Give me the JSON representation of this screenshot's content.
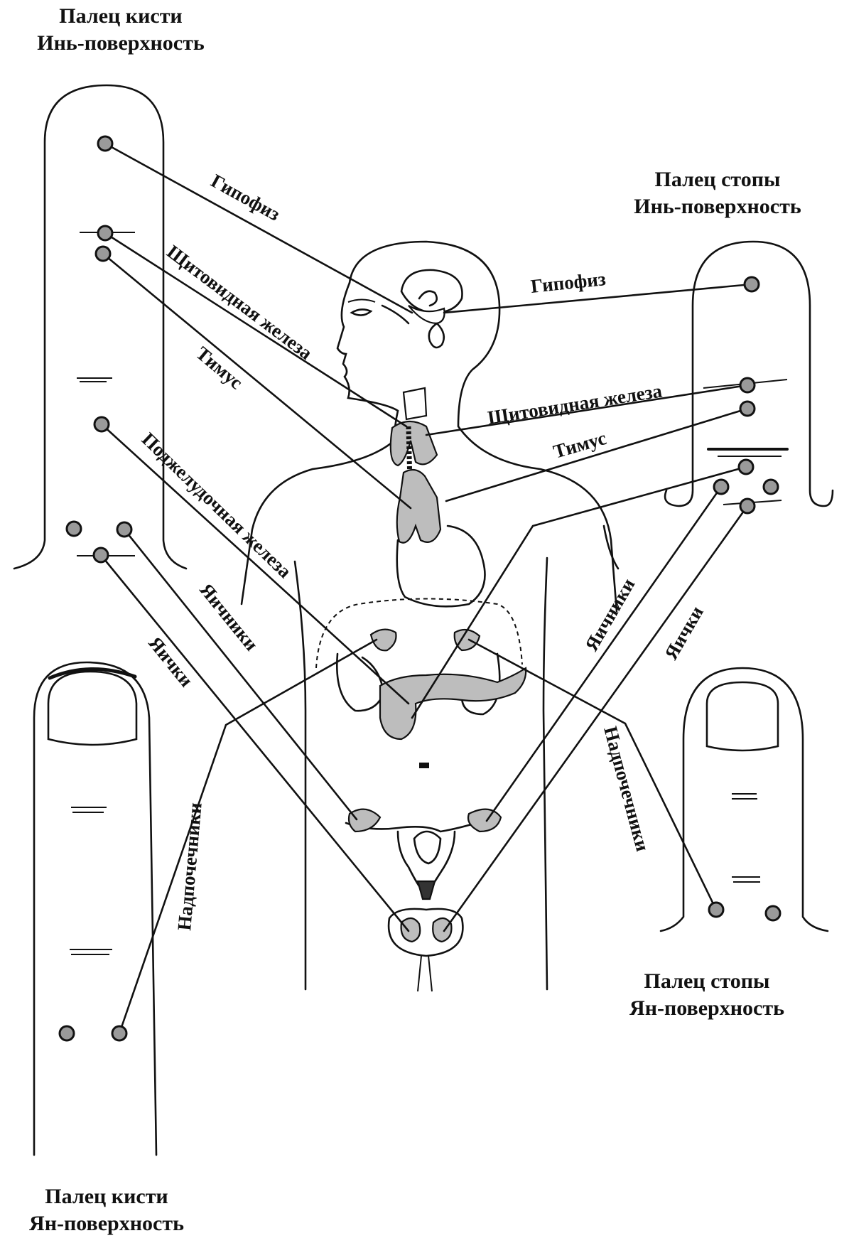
{
  "captions": {
    "hand_yin": {
      "line1": "Палец кисти",
      "line2": "Инь-поверхность"
    },
    "foot_yin": {
      "line1": "Палец стопы",
      "line2": "Инь-поверхность"
    },
    "foot_yang": {
      "line1": "Палец стопы",
      "line2": "Ян-поверхность"
    },
    "hand_yang": {
      "line1": "Палец кисти",
      "line2": "Ян-поверхность"
    }
  },
  "labels": {
    "pituitary_hand": "Гипофиз",
    "thyroid_hand": "Щитовидная железа",
    "thymus_hand": "Тимус",
    "pancreas_hand": "Поджелудочная железа",
    "ovaries_hand": "Яичники",
    "testes_hand": "Яички",
    "adrenals_hand": "Надпочечники",
    "pituitary_foot": "Гипофиз",
    "thyroid_foot": "Щитовидная железа",
    "thymus_foot": "Тимус",
    "ovaries_foot": "Яичники",
    "testes_foot": "Яички",
    "adrenals_foot": "Надпочечники"
  }
}
